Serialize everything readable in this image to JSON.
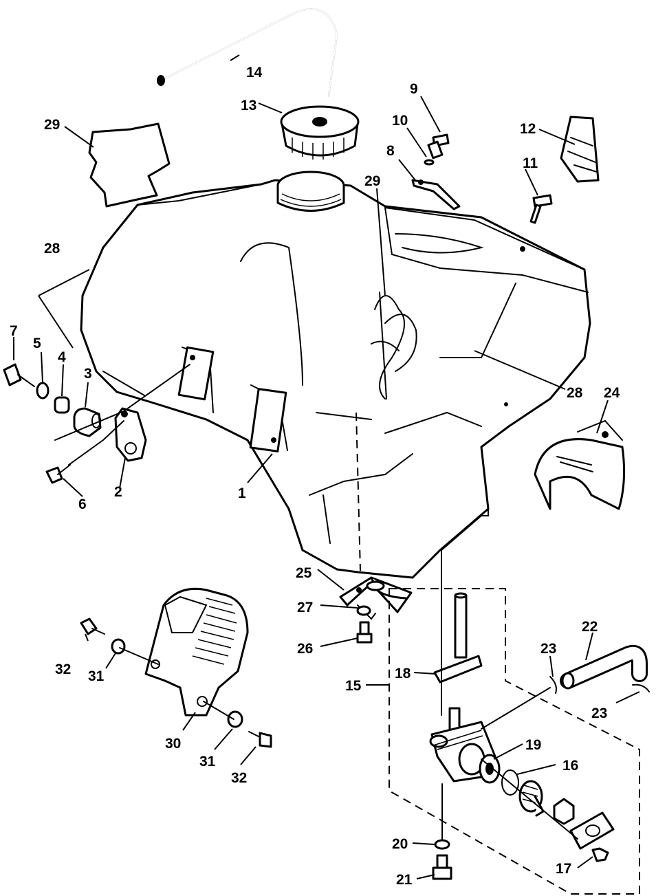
{
  "callouts": {
    "c1": "1",
    "c2": "2",
    "c3": "3",
    "c4": "4",
    "c5": "5",
    "c6": "6",
    "c7": "7",
    "c8": "8",
    "c9": "9",
    "c10": "10",
    "c11": "11",
    "c12": "12",
    "c13": "13",
    "c14": "14",
    "c15": "15",
    "c16": "16",
    "c17": "17",
    "c18": "18",
    "c19": "19",
    "c20": "20",
    "c21": "21",
    "c22": "22",
    "c23a": "23",
    "c23b": "23",
    "c24": "24",
    "c25": "25",
    "c26": "26",
    "c27": "27",
    "c28a": "28",
    "c28b": "28",
    "c29a": "29",
    "c29b": "29",
    "c30": "30",
    "c31a": "31",
    "c31b": "31",
    "c32a": "32",
    "c32b": "32"
  }
}
